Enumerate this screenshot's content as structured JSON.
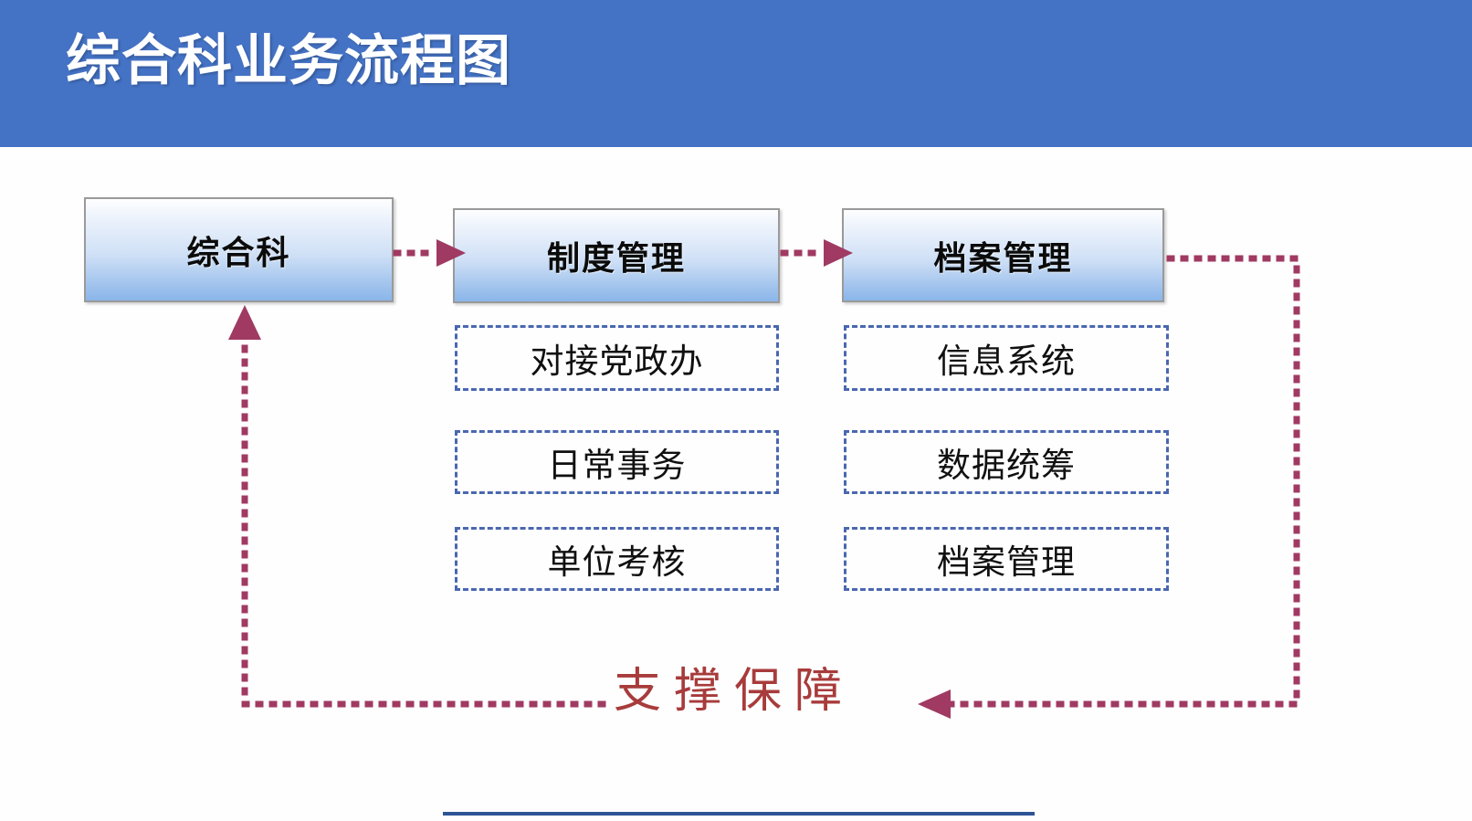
{
  "slide": {
    "title": "综合科业务流程图",
    "banner_color": "#4472C4",
    "background_color": "#FEFEFE"
  },
  "colors": {
    "banner_blue": "#4472C4",
    "box_border_gray": "#9A9A9A",
    "box_gradient_top": "#FDFEFF",
    "box_gradient_bottom": "#8AB6EA",
    "dashed_border_blue": "#4A67B0",
    "connector_magenta": "#A03A63",
    "support_text_red": "#A83B3B",
    "bottom_rule_blue": "#2E5496"
  },
  "flow": {
    "process_boxes": [
      {
        "id": "zonghe",
        "label": "综合科"
      },
      {
        "id": "zhidu",
        "label": "制度管理"
      },
      {
        "id": "dangan",
        "label": "档案管理"
      }
    ],
    "middle_column": [
      {
        "label": "对接党政办"
      },
      {
        "label": "日常事务"
      },
      {
        "label": "单位考核"
      }
    ],
    "right_column": [
      {
        "label": "信息系统"
      },
      {
        "label": "数据统筹"
      },
      {
        "label": "档案管理"
      }
    ],
    "support_label": "支撑保障",
    "connectors": [
      {
        "from": "综合科",
        "to": "制度管理",
        "style": "dotted-arrow-right"
      },
      {
        "from": "制度管理",
        "to": "档案管理",
        "style": "dotted-arrow-right"
      },
      {
        "from": "档案管理",
        "to": "支撑保障",
        "style": "dotted-elbow-arrow-left"
      },
      {
        "from": "支撑保障",
        "to": "综合科",
        "style": "dotted-elbow-arrow-up"
      }
    ]
  }
}
